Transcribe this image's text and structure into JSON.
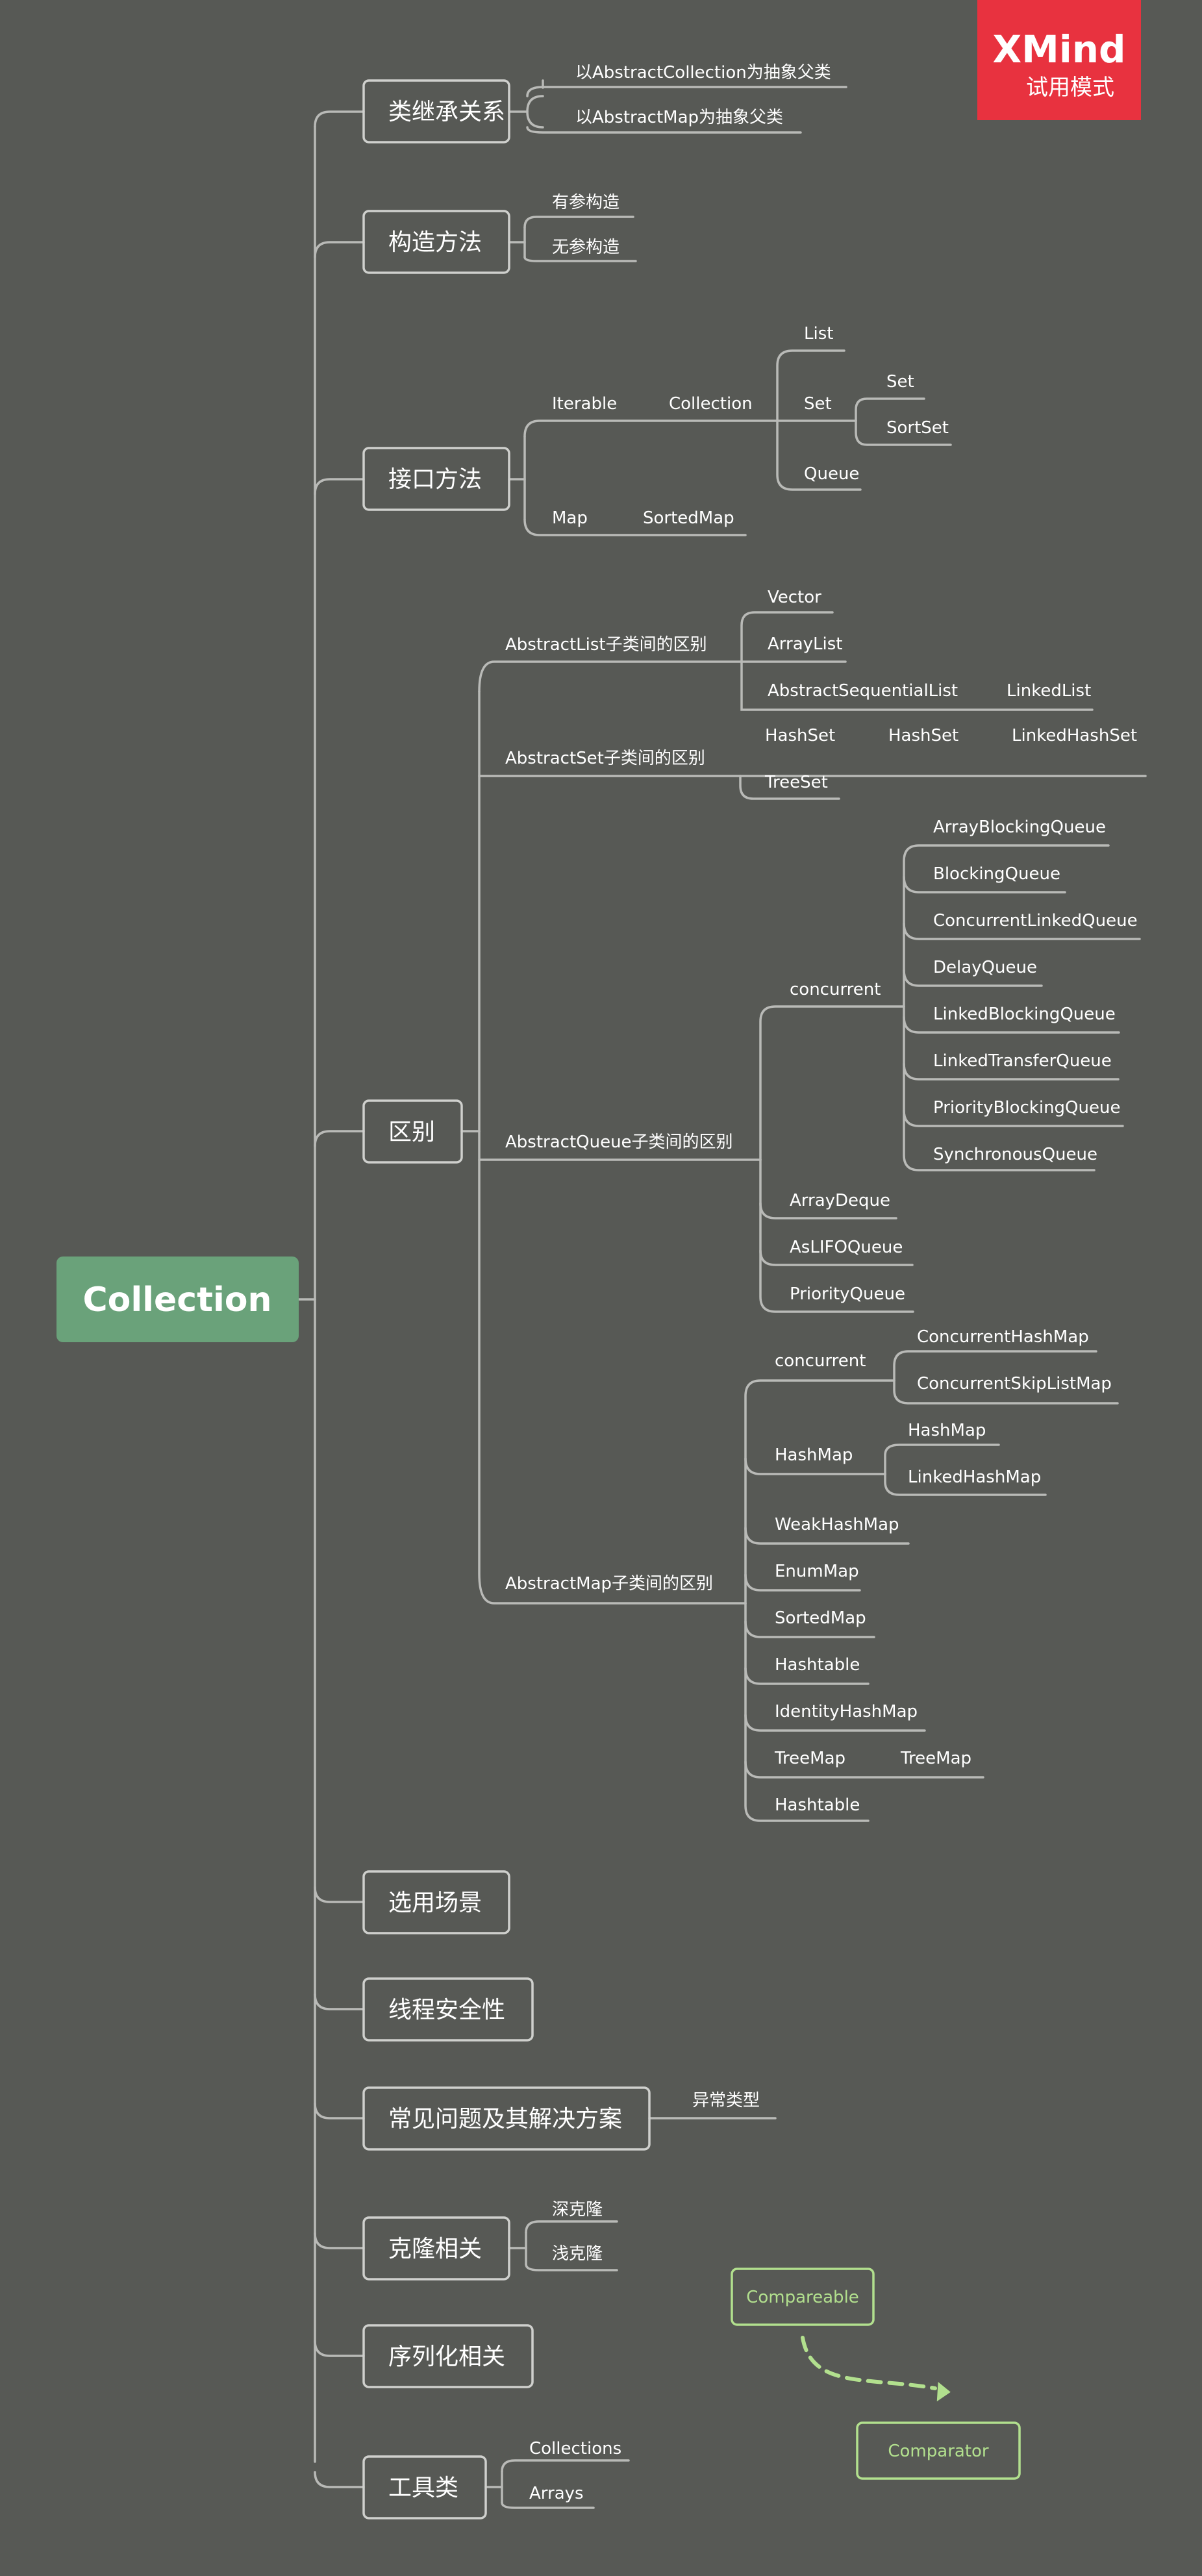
{
  "badge": {
    "title": "XMind",
    "subtitle": "试用模式",
    "color": "#e8323f"
  },
  "colors": {
    "background": "#575955",
    "root": "#6aa27a",
    "line": "#b9bab7",
    "highlight": "#b2e08e"
  },
  "root": "Collection",
  "branches": {
    "inheritance": {
      "label": "类继承关系",
      "children": [
        "以AbstractCollection为抽象父类",
        "以AbstractMap为抽象父类"
      ]
    },
    "constructor": {
      "label": "构造方法",
      "children": [
        "有参构造",
        "无参构造"
      ]
    },
    "interface": {
      "label": "接口方法",
      "iterable": "Iterable",
      "collection": "Collection",
      "list": "List",
      "set": "Set",
      "set_children": [
        "Set",
        "SortSet"
      ],
      "queue": "Queue",
      "map": "Map",
      "sorted_map": "SortedMap"
    },
    "difference": {
      "label": "区别",
      "list": {
        "label": "AbstractList子类间的区别",
        "vector": "Vector",
        "array_list": "ArrayList",
        "sequential": "AbstractSequentialList",
        "linked_list": "LinkedList"
      },
      "set": {
        "label": "AbstractSet子类间的区别",
        "hash_set": "HashSet",
        "hash_set_child": "HashSet",
        "linked_hash_set": "LinkedHashSet",
        "tree_set": "TreeSet"
      },
      "queue": {
        "label": "AbstractQueue子类间的区别",
        "concurrent": "concurrent",
        "concurrent_children": [
          "ArrayBlockingQueue",
          "BlockingQueue",
          "ConcurrentLinkedQueue",
          "DelayQueue",
          "LinkedBlockingQueue",
          "LinkedTransferQueue",
          "PriorityBlockingQueue",
          "SynchronousQueue"
        ],
        "others": [
          "ArrayDeque",
          "AsLIFOQueue",
          "PriorityQueue"
        ]
      },
      "map": {
        "label": "AbstractMap子类间的区别",
        "concurrent": "concurrent",
        "concurrent_children": [
          "ConcurrentHashMap",
          "ConcurrentSkipListMap"
        ],
        "hash_map": "HashMap",
        "hash_map_children": [
          "HashMap",
          "LinkedHashMap"
        ],
        "weak": "WeakHashMap",
        "enum": "EnumMap",
        "sorted": "SortedMap",
        "hashtable": "Hashtable",
        "identity": "IdentityHashMap",
        "tree_map": "TreeMap",
        "tree_map_child": "TreeMap",
        "hashtable_last": "Hashtable"
      }
    },
    "scenario": {
      "label": "选用场景"
    },
    "thread_safety": {
      "label": "线程安全性"
    },
    "problems": {
      "label": "常见问题及其解决方案",
      "children": [
        "异常类型"
      ]
    },
    "clone": {
      "label": "克隆相关",
      "children": [
        "深克隆",
        "浅克隆"
      ]
    },
    "serialization": {
      "label": "序列化相关"
    },
    "tools": {
      "label": "工具类",
      "children": [
        "Collections",
        "Arrays"
      ]
    }
  },
  "floating": {
    "compareable": "Compareable",
    "comparator": "Comparator"
  }
}
